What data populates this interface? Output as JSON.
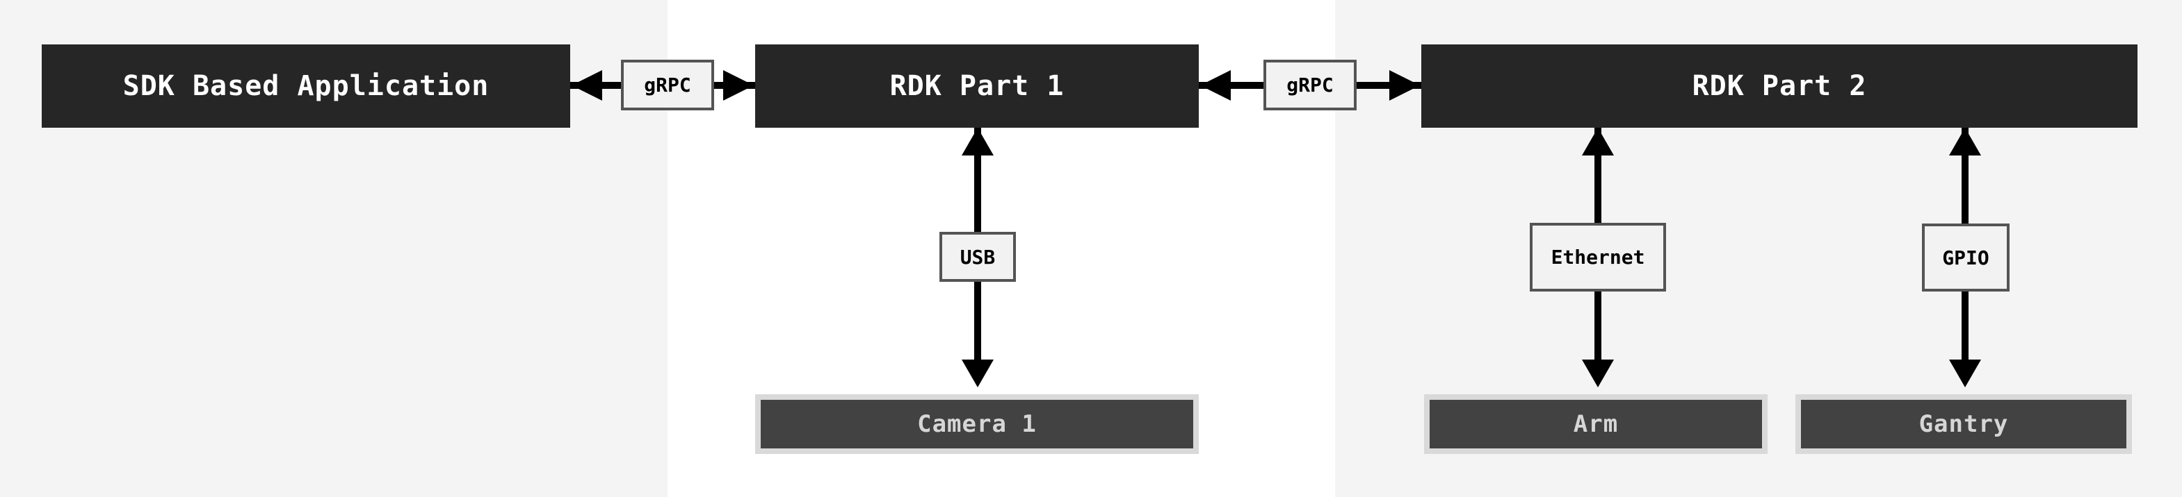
{
  "diagram": {
    "nodes": {
      "sdk": {
        "label": "SDK Based Application"
      },
      "rdk1": {
        "label": "RDK Part 1"
      },
      "rdk2": {
        "label": "RDK Part 2"
      },
      "camera": {
        "label": "Camera 1"
      },
      "arm": {
        "label": "Arm"
      },
      "gantry": {
        "label": "Gantry"
      }
    },
    "connectors": {
      "grpc1": {
        "label": "gRPC"
      },
      "grpc2": {
        "label": "gRPC"
      },
      "usb": {
        "label": "USB"
      },
      "ethernet": {
        "label": "Ethernet"
      },
      "gpio": {
        "label": "GPIO"
      }
    },
    "colors": {
      "section_bg": "#f4f4f4",
      "middle_bg": "#ffffff",
      "node_bg": "#262626",
      "node_text": "#ffffff",
      "component_bg": "#424242",
      "component_frame": "#d9d9d9",
      "component_text": "#d6d6d6",
      "chip_bg": "#f2f2f2",
      "chip_border": "#545454",
      "chip_text": "#000000",
      "arrow": "#000000"
    }
  }
}
